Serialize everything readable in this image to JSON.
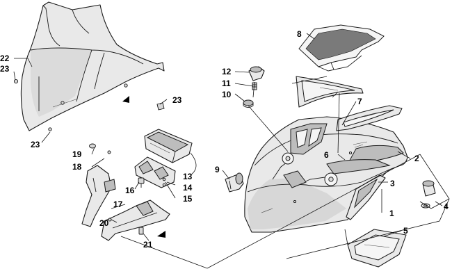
{
  "diagram": {
    "callouts": [
      {
        "id": "c1",
        "text": "1"
      },
      {
        "id": "c2",
        "text": "2"
      },
      {
        "id": "c3",
        "text": "3"
      },
      {
        "id": "c4",
        "text": "4"
      },
      {
        "id": "c5",
        "text": "5"
      },
      {
        "id": "c6",
        "text": "6"
      },
      {
        "id": "c7",
        "text": "7"
      },
      {
        "id": "c8",
        "text": "8"
      },
      {
        "id": "c9",
        "text": "9"
      },
      {
        "id": "c10",
        "text": "10"
      },
      {
        "id": "c11",
        "text": "11"
      },
      {
        "id": "c12",
        "text": "12"
      },
      {
        "id": "c13",
        "text": "13"
      },
      {
        "id": "c14",
        "text": "14"
      },
      {
        "id": "c15",
        "text": "15"
      },
      {
        "id": "c16",
        "text": "16"
      },
      {
        "id": "c17",
        "text": "17"
      },
      {
        "id": "c18",
        "text": "18"
      },
      {
        "id": "c19",
        "text": "19"
      },
      {
        "id": "c20",
        "text": "20"
      },
      {
        "id": "c21",
        "text": "21"
      },
      {
        "id": "c22",
        "text": "22"
      },
      {
        "id": "c23a",
        "text": "23"
      },
      {
        "id": "c23b",
        "text": "23"
      },
      {
        "id": "c23c",
        "text": "23"
      }
    ]
  }
}
